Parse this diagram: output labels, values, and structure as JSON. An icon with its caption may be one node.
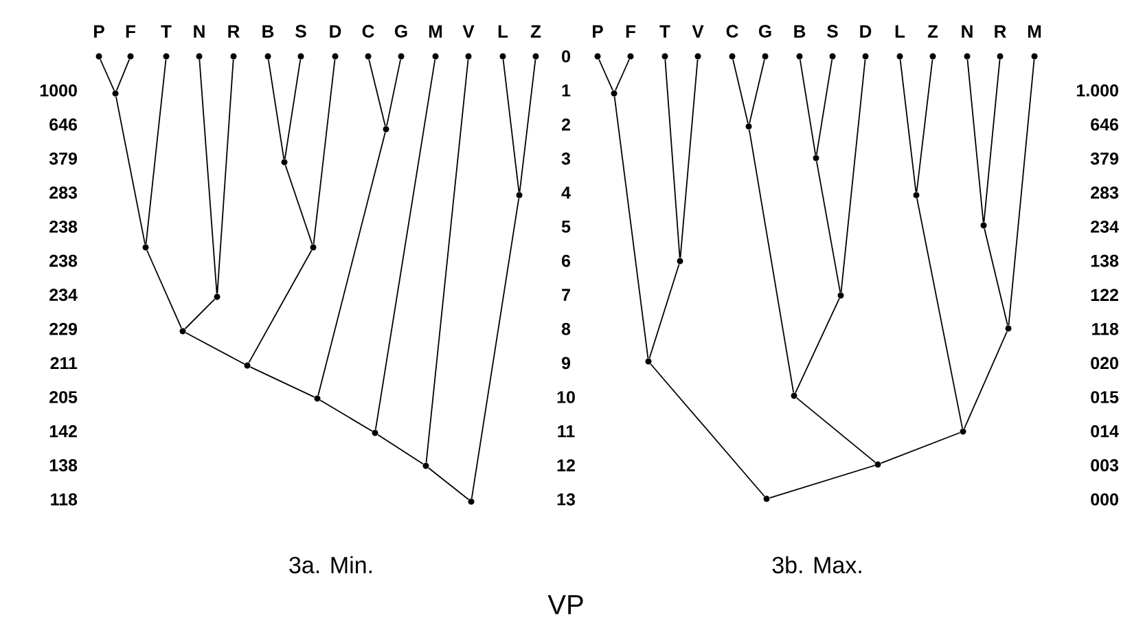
{
  "diagram": {
    "caption": "VP",
    "nodes": [
      {
        "text": [
          "P"
        ]
      },
      {
        "text": [
          "F"
        ]
      },
      {
        "text": [
          "T"
        ]
      },
      {
        "text": [
          "N"
        ]
      },
      {
        "text": [
          "R"
        ]
      },
      {
        "text": [
          "B"
        ]
      },
      {
        "text": [
          "S"
        ]
      },
      {
        "text": [
          "D"
        ]
      },
      {
        "text": [
          "C"
        ]
      },
      {
        "text": [
          "G"
        ]
      },
      {
        "text": [
          "M"
        ]
      },
      {
        "text": [
          "V"
        ]
      },
      {
        "text": [
          "L"
        ]
      },
      {
        "text": [
          "Z"
        ]
      },
      {
        "text": [],
        "shape": "circle"
      },
      {
        "text": [],
        "shape": "circle"
      },
      {
        "text": [],
        "shape": "circle"
      },
      {
        "text": [],
        "shape": "circle"
      },
      {
        "text": [],
        "shape": "circle"
      },
      {
        "text": [],
        "shape": "circle"
      },
      {
        "text": [],
        "shape": "circle"
      },
      {
        "text": [],
        "shape": "circle"
      },
      {
        "text": [],
        "shape": "circle"
      },
      {
        "text": [],
        "shape": "circle"
      },
      {
        "text": [],
        "shape": "circle"
      },
      {
        "text": [],
        "shape": "circle"
      },
      {
        "text": [],
        "shape": "circle"
      },
      {
        "text": [
          "P"
        ]
      },
      {
        "text": [
          "F"
        ]
      },
      {
        "text": [
          "T"
        ]
      },
      {
        "text": [
          "V"
        ]
      },
      {
        "text": [
          "C"
        ]
      },
      {
        "text": [
          "G"
        ]
      },
      {
        "text": [
          "B"
        ]
      },
      {
        "text": [
          "S"
        ]
      },
      {
        "text": [
          "D"
        ]
      },
      {
        "text": [
          "L"
        ]
      },
      {
        "text": [
          "Z"
        ]
      },
      {
        "text": [
          "N"
        ]
      },
      {
        "text": [
          "R"
        ]
      },
      {
        "text": [
          "M"
        ]
      },
      {
        "text": [],
        "shape": "circle"
      },
      {
        "text": [],
        "shape": "circle"
      },
      {
        "text": [],
        "shape": "circle"
      },
      {
        "text": [],
        "shape": "circle"
      },
      {
        "text": [],
        "shape": "circle"
      },
      {
        "text": [],
        "shape": "circle"
      },
      {
        "text": [],
        "shape": "circle"
      },
      {
        "text": [],
        "shape": "circle"
      },
      {
        "text": [],
        "shape": "circle"
      },
      {
        "text": [],
        "shape": "circle"
      },
      {
        "text": [],
        "shape": "circle"
      },
      {
        "text": [],
        "shape": "circle"
      },
      {
        "text": [],
        "shape": "circle"
      }
    ],
    "edges": [
      {
        "from": 0,
        "to": 14,
        "arrow": "none"
      },
      {
        "from": 1,
        "to": 14,
        "arrow": "none"
      },
      {
        "from": 8,
        "to": 15,
        "arrow": "none"
      },
      {
        "from": 9,
        "to": 15,
        "arrow": "none"
      },
      {
        "from": 5,
        "to": 16,
        "arrow": "none"
      },
      {
        "from": 6,
        "to": 16,
        "arrow": "none"
      },
      {
        "from": 12,
        "to": 17,
        "arrow": "none"
      },
      {
        "from": 13,
        "to": 17,
        "arrow": "none"
      },
      {
        "from": 14,
        "to": 18,
        "arrow": "none"
      },
      {
        "from": 2,
        "to": 18,
        "arrow": "none"
      },
      {
        "from": 16,
        "to": 19,
        "arrow": "none"
      },
      {
        "from": 7,
        "to": 19,
        "arrow": "none"
      },
      {
        "from": 3,
        "to": 20,
        "arrow": "none"
      },
      {
        "from": 4,
        "to": 20,
        "arrow": "none"
      },
      {
        "from": 18,
        "to": 21,
        "arrow": "none"
      },
      {
        "from": 20,
        "to": 21,
        "arrow": "none"
      },
      {
        "from": 21,
        "to": 22,
        "arrow": "none"
      },
      {
        "from": 19,
        "to": 22,
        "arrow": "none"
      },
      {
        "from": 22,
        "to": 23,
        "arrow": "none"
      },
      {
        "from": 15,
        "to": 23,
        "arrow": "none"
      },
      {
        "from": 23,
        "to": 24,
        "arrow": "none"
      },
      {
        "from": 10,
        "to": 24,
        "arrow": "none"
      },
      {
        "from": 24,
        "to": 25,
        "arrow": "none"
      },
      {
        "from": 11,
        "to": 25,
        "arrow": "none"
      },
      {
        "from": 25,
        "to": 26,
        "arrow": "none"
      },
      {
        "from": 17,
        "to": 26,
        "arrow": "none"
      },
      {
        "from": 27,
        "to": 41,
        "arrow": "none"
      },
      {
        "from": 28,
        "to": 41,
        "arrow": "none"
      },
      {
        "from": 31,
        "to": 42,
        "arrow": "none"
      },
      {
        "from": 32,
        "to": 42,
        "arrow": "none"
      },
      {
        "from": 33,
        "to": 43,
        "arrow": "none"
      },
      {
        "from": 34,
        "to": 43,
        "arrow": "none"
      },
      {
        "from": 36,
        "to": 44,
        "arrow": "none"
      },
      {
        "from": 37,
        "to": 44,
        "arrow": "none"
      },
      {
        "from": 38,
        "to": 45,
        "arrow": "none"
      },
      {
        "from": 39,
        "to": 45,
        "arrow": "none"
      },
      {
        "from": 29,
        "to": 46,
        "arrow": "none"
      },
      {
        "from": 30,
        "to": 46,
        "arrow": "none"
      },
      {
        "from": 43,
        "to": 47,
        "arrow": "none"
      },
      {
        "from": 35,
        "to": 47,
        "arrow": "none"
      },
      {
        "from": 45,
        "to": 48,
        "arrow": "none"
      },
      {
        "from": 40,
        "to": 48,
        "arrow": "none"
      },
      {
        "from": 41,
        "to": 49,
        "arrow": "none"
      },
      {
        "from": 46,
        "to": 49,
        "arrow": "none"
      },
      {
        "from": 42,
        "to": 50,
        "arrow": "none"
      },
      {
        "from": 47,
        "to": 50,
        "arrow": "none"
      },
      {
        "from": 44,
        "to": 51,
        "arrow": "none"
      },
      {
        "from": 48,
        "to": 51,
        "arrow": "none"
      },
      {
        "from": 50,
        "to": 52,
        "arrow": "none"
      },
      {
        "from": 51,
        "to": 52,
        "arrow": "none"
      },
      {
        "from": 49,
        "to": 53,
        "arrow": "none"
      },
      {
        "from": 52,
        "to": 53,
        "arrow": "none"
      }
    ],
    "labels": [
      "0",
      "1000",
      "1",
      "1.000",
      "646",
      "2",
      "646",
      "379",
      "3",
      "379",
      "283",
      "4",
      "283",
      "238",
      "5",
      "234",
      "238",
      "6",
      "138",
      "234",
      "7",
      "122",
      "229",
      "8",
      "118",
      "211",
      "9",
      "020",
      "205",
      "10",
      "015",
      "142",
      "11",
      "014",
      "138",
      "12",
      "003",
      "118",
      "13",
      "000",
      "3a. Min.",
      "3b. Max."
    ]
  }
}
